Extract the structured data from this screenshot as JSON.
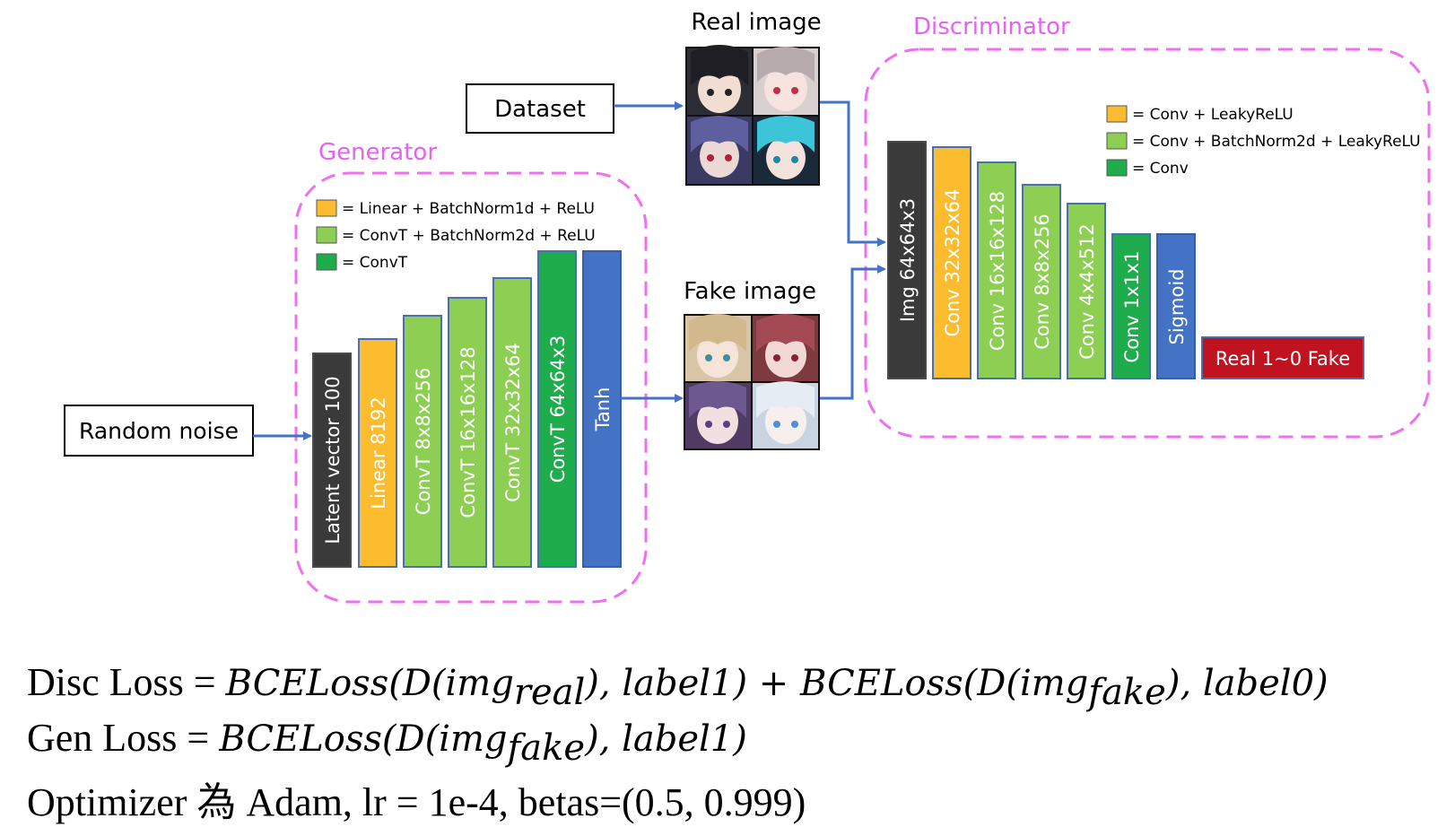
{
  "colors": {
    "dashed_box": "#ef6ff0",
    "box_title": "#e463f0",
    "arrow": "#4472c4",
    "dark": "#3a3a3a",
    "yellow": "#fbbc2f",
    "light_green": "#8ccf52",
    "green": "#1fac4d",
    "blue": "#4472c4",
    "red": "#c1121f"
  },
  "inputs": {
    "random_noise": "Random noise",
    "dataset": "Dataset"
  },
  "images": {
    "real_title": "Real image",
    "fake_title": "Fake image"
  },
  "generator": {
    "title": "Generator",
    "legend": [
      {
        "color": "yellow",
        "text": "= Linear + BatchNorm1d + ReLU"
      },
      {
        "color": "light_green",
        "text": "= ConvT + BatchNorm2d + ReLU"
      },
      {
        "color": "green",
        "text": "= ConvT"
      }
    ],
    "layers": [
      {
        "label": "Latent vector 100",
        "color": "dark"
      },
      {
        "label": "Linear 8192",
        "color": "yellow"
      },
      {
        "label": "ConvT 8x8x256",
        "color": "light_green"
      },
      {
        "label": "ConvT 16x16x128",
        "color": "light_green"
      },
      {
        "label": "ConvT 32x32x64",
        "color": "light_green"
      },
      {
        "label": "ConvT 64x64x3",
        "color": "green"
      },
      {
        "label": "Tanh",
        "color": "blue"
      }
    ]
  },
  "discriminator": {
    "title": "Discriminator",
    "legend": [
      {
        "color": "yellow",
        "text": "= Conv + LeakyReLU"
      },
      {
        "color": "light_green",
        "text": "= Conv + BatchNorm2d + LeakyReLU"
      },
      {
        "color": "green",
        "text": "= Conv"
      }
    ],
    "layers": [
      {
        "label": "Img 64x64x3",
        "color": "dark"
      },
      {
        "label": "Conv 32x32x64",
        "color": "yellow"
      },
      {
        "label": "Conv 16x16x128",
        "color": "light_green"
      },
      {
        "label": "Conv 8x8x256",
        "color": "light_green"
      },
      {
        "label": "Conv 4x4x512",
        "color": "light_green"
      },
      {
        "label": "Conv 1x1x1",
        "color": "green"
      },
      {
        "label": "Sigmoid",
        "color": "blue"
      }
    ],
    "output": "Real 1~0 Fake"
  },
  "equations": {
    "disc": {
      "prefix": "Disc Loss = ",
      "t1": "BCELoss(D(img",
      "s1": "real",
      "t2": "),  label1) + BCELoss(D(img",
      "s2": "fake",
      "t3": "),  label0)"
    },
    "gen": {
      "prefix": "Gen Loss = ",
      "t1": "BCELoss(D(img",
      "s1": "fake",
      "t2": "),  label1)"
    },
    "optimizer": "Optimizer 為 Adam, lr = 1e-4, betas=(0.5, 0.999)"
  }
}
